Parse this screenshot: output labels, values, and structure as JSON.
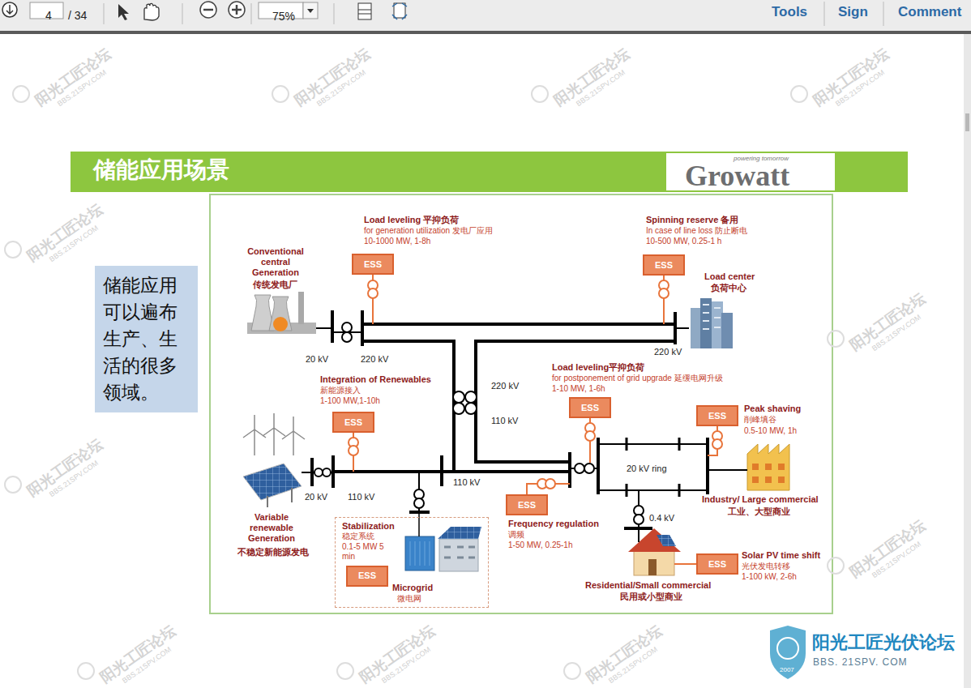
{
  "diagram": {
    "title": "储能应用场景",
    "nodes": [
      {
        "text": [
          "储能应用可以遍布生产、生活的很多领域。"
        ]
      },
      {
        "text": [
          "ESS"
        ]
      },
      {
        "text": [
          "ESS"
        ]
      },
      {
        "text": [
          "ESS"
        ]
      },
      {
        "text": [
          "ESS"
        ]
      },
      {
        "text": [
          "ESS"
        ]
      },
      {
        "text": [
          "ESS"
        ]
      },
      {
        "text": [
          "Stabilization",
          "稳定系统",
          "0.1-5 MW 5 min",
          "Microgrid",
          "微电网"
        ]
      },
      {
        "text": [
          "ESS"
        ],
        "in": 7
      },
      {
        "text": [
          "ESS"
        ]
      }
    ],
    "labels": [
      "4",
      "/ 34",
      "75%",
      "Tools",
      "Sign",
      "Comment",
      "powering tomorrow",
      "Growatt",
      "Load leveling 平抑负荷",
      "for generation utilization 发电厂应用",
      "10-1000 MW, 1-8h",
      "Spinning reserve 备用",
      "In case of line loss 防止断电",
      "10-500 MW, 0.25-1 h",
      "Conventional central Generation",
      "传统发电厂",
      "Load center",
      "负荷中心",
      "20 kV",
      "220 kV",
      "220 kV",
      "220 kV",
      "110 kV",
      "Integration of Renewables",
      "新能源接入",
      "1-100 MW,1-10h",
      "Load leveling平抑负荷",
      "for postponement of grid upgrade 延缓电网升级",
      "1-10 MW, 1-6h",
      "Peak shaving",
      "削峰填谷",
      "0.5-10 MW, 1h",
      "20 kV ring",
      "110 kV",
      "20 kV",
      "110 kV",
      "Variable renewable Generation",
      "不稳定新能源发电",
      "Frequency regulation",
      "调频",
      "1-50 MW, 0.25-1h",
      "0.4 kV",
      "Industry/ Large commercial",
      "工业、大型商业",
      "Residential/Small commercial",
      "民用或小型商业",
      "Solar PV time shift",
      "光伏发电转移",
      "1-100 kW, 2-6h",
      "阳光工匠光伏论坛",
      "BBS. 21SPV. COM",
      "2007",
      "阳光工匠论坛",
      "BBS.21SPV.COM",
      "阳光工匠论坛",
      "BBS.21SPV.COM",
      "阳光工匠论坛",
      "BBS.21SPV.COM",
      "阳光工匠论坛",
      "BBS.21SPV.COM",
      "阳光工匠论坛",
      "BBS.21SPV.COM",
      "阳光工匠论坛",
      "BBS.21SPV.COM",
      "阳光工匠论坛",
      "BBS.21SPV.COM",
      "阳光工匠论坛",
      "BBS.21SPV.COM",
      "阳光工匠论坛",
      "BBS.21SPV.COM",
      "阳光工匠论坛",
      "BBS.21SPV.COM",
      "阳光工匠论坛",
      "BBS.21SPV.COM"
    ]
  }
}
